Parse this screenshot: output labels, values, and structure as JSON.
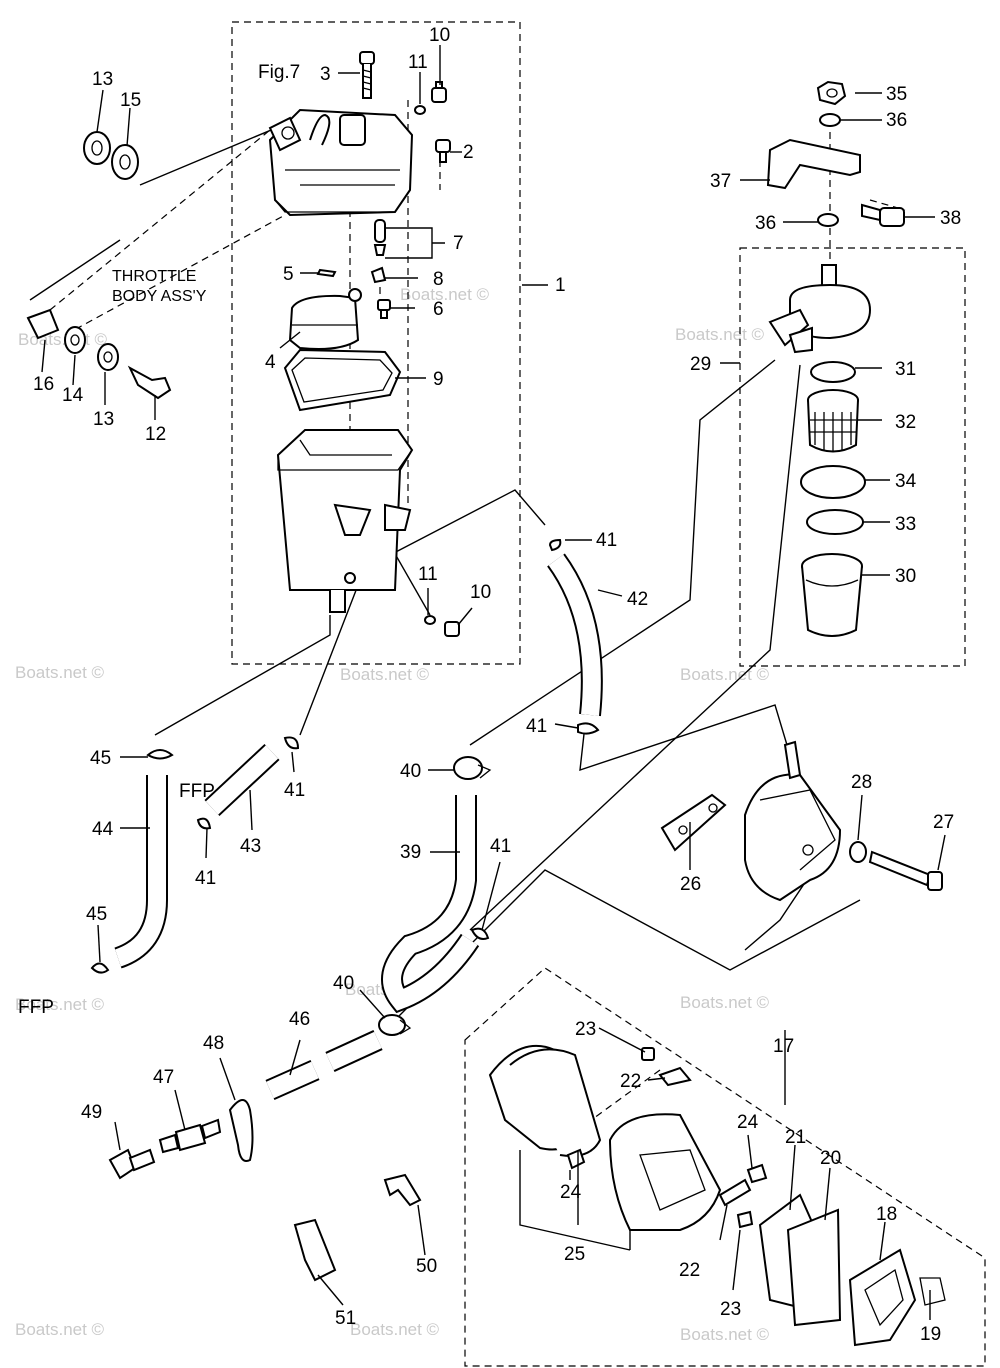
{
  "watermark": "Boats.net ©",
  "labels": {
    "fig_ref": "Fig.7",
    "throttle_line1": "THROTTLE",
    "throttle_line2": "BODY ASS'Y",
    "ffp_a": "FFP",
    "ffp_b": "FFP"
  },
  "callouts": {
    "c1": "1",
    "c2": "2",
    "c3": "3",
    "c4": "4",
    "c5": "5",
    "c6": "6",
    "c7": "7",
    "c8": "8",
    "c9": "9",
    "c10a": "10",
    "c10b": "10",
    "c11a": "11",
    "c11b": "11",
    "c12": "12",
    "c13a": "13",
    "c13b": "13",
    "c14": "14",
    "c15": "15",
    "c16": "16",
    "c17": "17",
    "c18": "18",
    "c19": "19",
    "c20": "20",
    "c21": "21",
    "c22a": "22",
    "c22b": "22",
    "c23a": "23",
    "c23b": "23",
    "c24a": "24",
    "c24b": "24",
    "c25": "25",
    "c26": "26",
    "c27": "27",
    "c28": "28",
    "c29": "29",
    "c30": "30",
    "c31": "31",
    "c32": "32",
    "c33": "33",
    "c34": "34",
    "c35": "35",
    "c36a": "36",
    "c36b": "36",
    "c37": "37",
    "c38": "38",
    "c39": "39",
    "c40a": "40",
    "c40b": "40",
    "c41a": "41",
    "c41b": "41",
    "c41c": "41",
    "c41d": "41",
    "c41e": "41",
    "c42": "42",
    "c43": "43",
    "c44": "44",
    "c45a": "45",
    "c45b": "45",
    "c46": "46",
    "c47": "47",
    "c48": "48",
    "c49": "49",
    "c50": "50",
    "c51": "51"
  }
}
